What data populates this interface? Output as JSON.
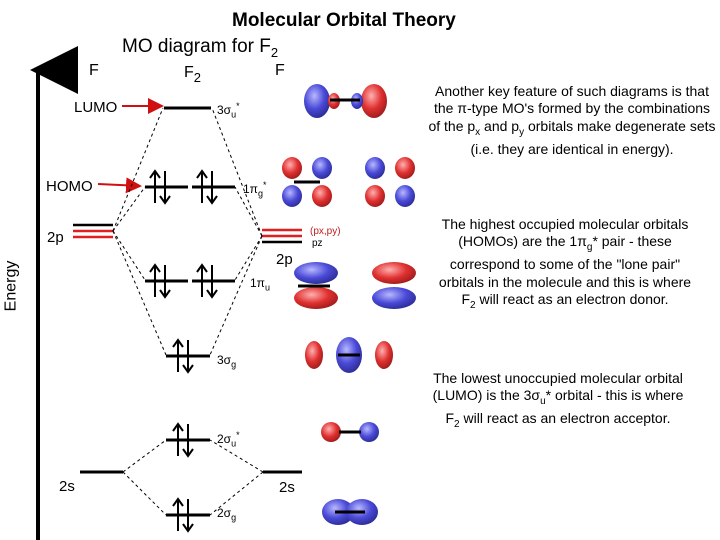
{
  "title": "Molecular Orbital Theory",
  "subtitle": {
    "text": "MO diagram for F",
    "subscript": "2"
  },
  "columns": {
    "left_atom": "F",
    "molecule": {
      "text": "F",
      "subscript": "2"
    },
    "right_atom": "F"
  },
  "axis_label": "Energy",
  "pointers": {
    "lumo": "LUMO",
    "homo": "HOMO"
  },
  "atomic_labels": {
    "left_2p": "2p",
    "right_2p": "2p",
    "left_2s": "2s",
    "right_2s": "2s",
    "pxpy": "(px,py)",
    "pz": "pz"
  },
  "orbitals": [
    {
      "id": "3su_star",
      "label": "3σu*",
      "electrons": 0
    },
    {
      "id": "1pg_star",
      "label": "1πg*",
      "electrons": 4
    },
    {
      "id": "1pu",
      "label": "1πu",
      "electrons": 4
    },
    {
      "id": "3sg",
      "label": "3σg",
      "electrons": 2
    },
    {
      "id": "2su_star",
      "label": "2σu*",
      "electrons": 2
    },
    {
      "id": "2sg",
      "label": "2σg",
      "electrons": 2
    }
  ],
  "notes": {
    "note1": "Another key feature of such diagrams is that the π-type MO's formed by the combinations of the px and py orbitals make degenerate sets (i.e. they are identical in energy).",
    "note2": "The highest occupied molecular orbitals (HOMOs) are the 1πg* pair - these correspond to some of the \"lone pair\" orbitals in the molecule and this is where F2 will react as an electron donor.",
    "note3": "The lowest unoccupied molecular orbital (LUMO) is the 3σu* orbital - this is where F2 will react as an electron acceptor."
  },
  "colors": {
    "lobe_red": "#e03030",
    "lobe_blue": "#4a4ad8",
    "pointer_red": "#d01010",
    "level": "#000000"
  }
}
